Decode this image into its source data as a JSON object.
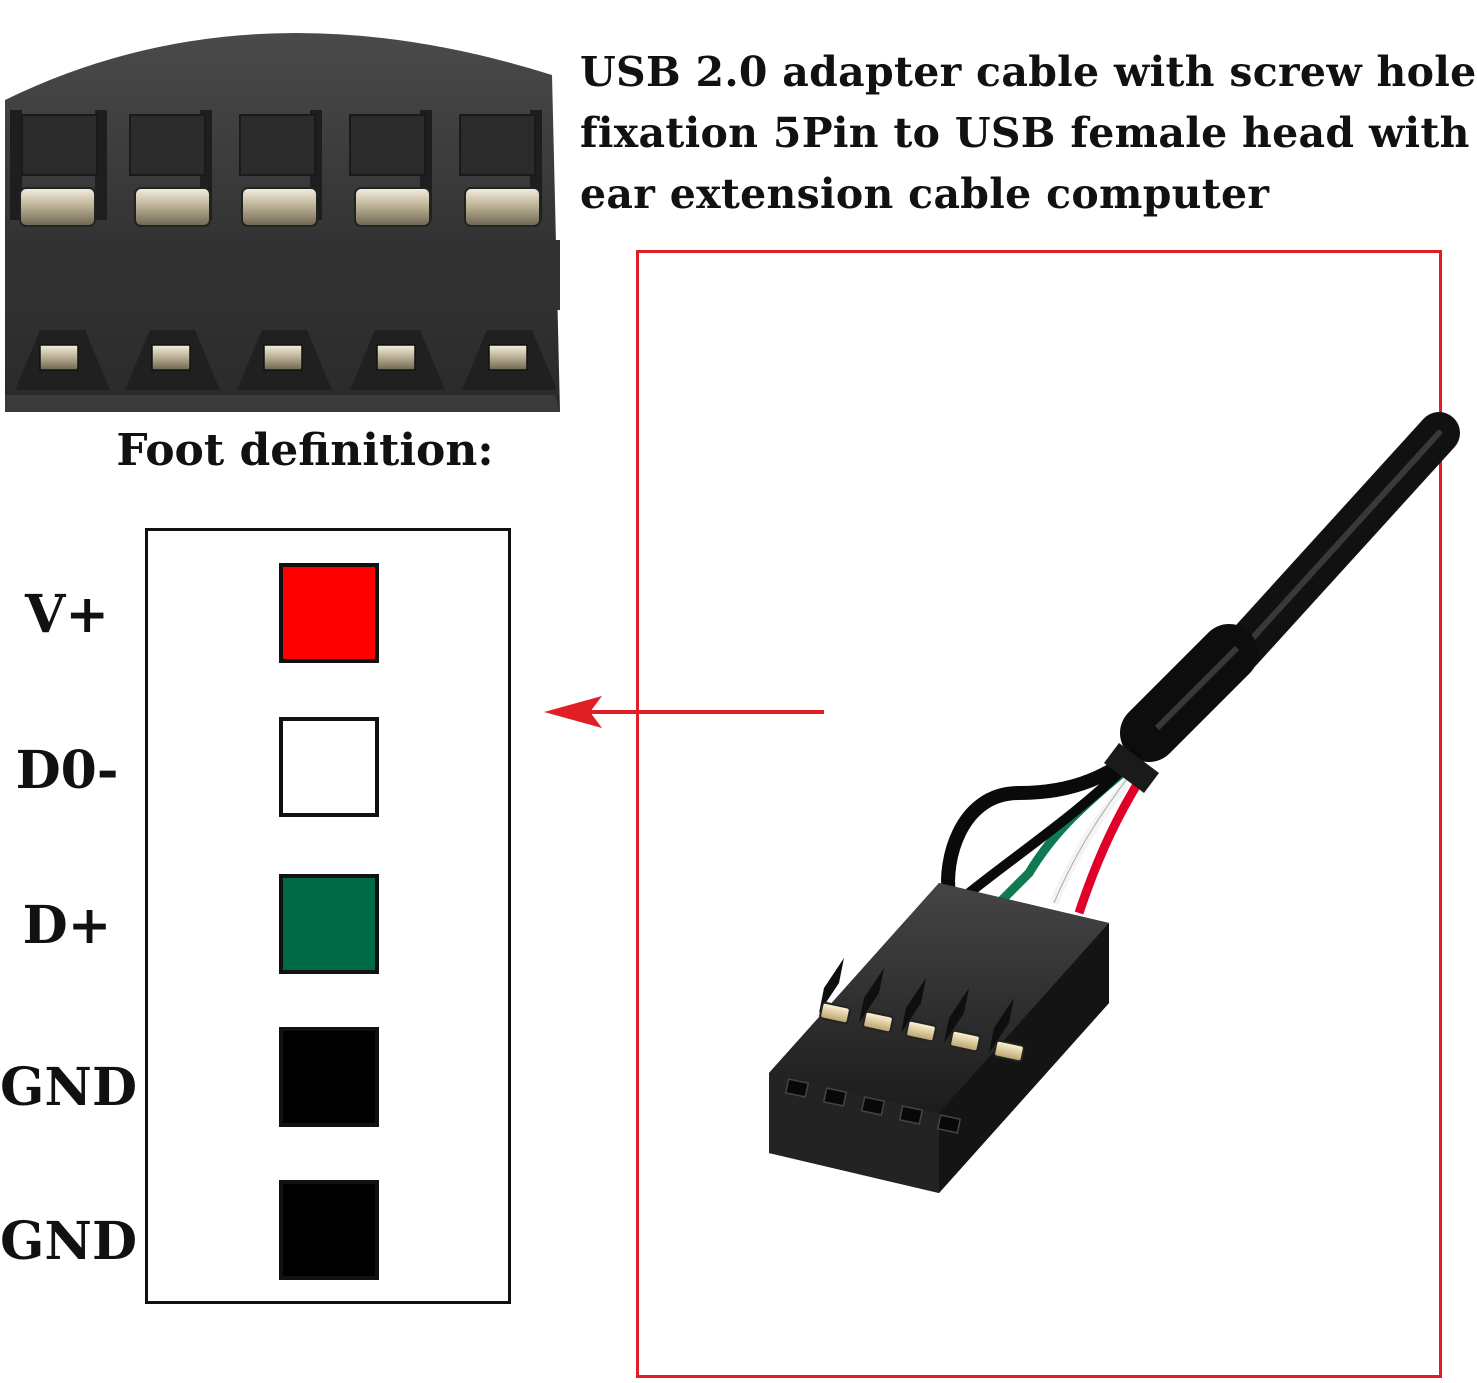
{
  "title_lines": [
    "USB 2.0 adapter cable with screw hole",
    "fixation 5Pin to USB female head with",
    "ear extension cable computer"
  ],
  "foot_definition_label": "Foot definition:",
  "pins": [
    {
      "label": "V+",
      "color": "#ff0000"
    },
    {
      "label": "D0-",
      "color": "#ffffff"
    },
    {
      "label": "D+",
      "color": "#006a47"
    },
    {
      "label": "GND",
      "color": "#000000"
    },
    {
      "label": "GND",
      "color": "#000000"
    }
  ],
  "colors": {
    "frame": "#e01e25",
    "arrow": "#e01e25",
    "connector_body": "#3a3a3a",
    "cable": "#1a1a1a"
  },
  "icons": {
    "arrow": "arrow-left-icon"
  }
}
